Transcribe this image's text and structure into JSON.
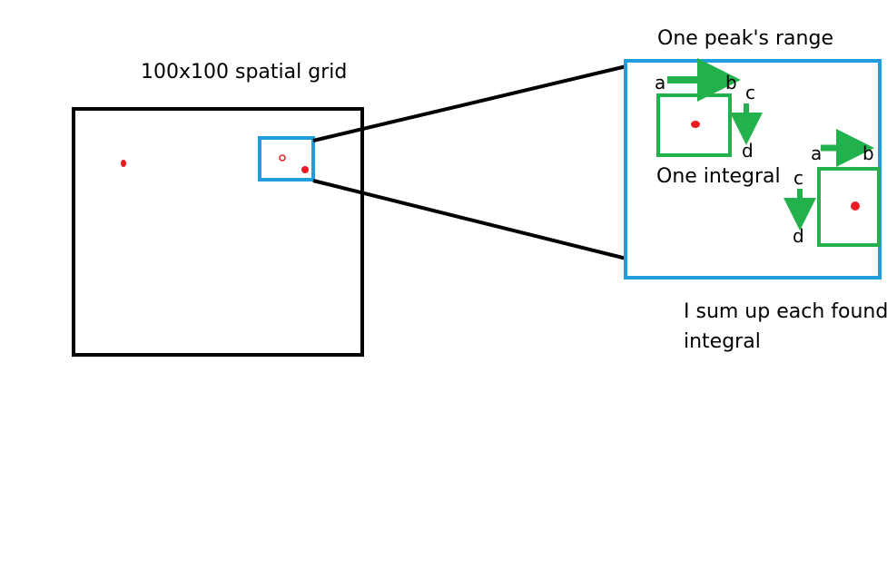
{
  "labels": {
    "grid_title": "100x100 spatial grid",
    "zoom_title": "One peak's range",
    "integral_label": "One integral",
    "note_line1": "I sum up each found",
    "note_line2": "integral"
  },
  "integral_box_1": {
    "a": "a",
    "b": "b",
    "c": "c",
    "d": "d"
  },
  "integral_box_2": {
    "a": "a",
    "b": "b",
    "c": "c",
    "d": "d"
  },
  "colors": {
    "outline": "#000000",
    "zoom_frame": "#1f9ede",
    "integral_box": "#22b14c",
    "peak": "#ed1c24",
    "background": "#ffffff"
  }
}
